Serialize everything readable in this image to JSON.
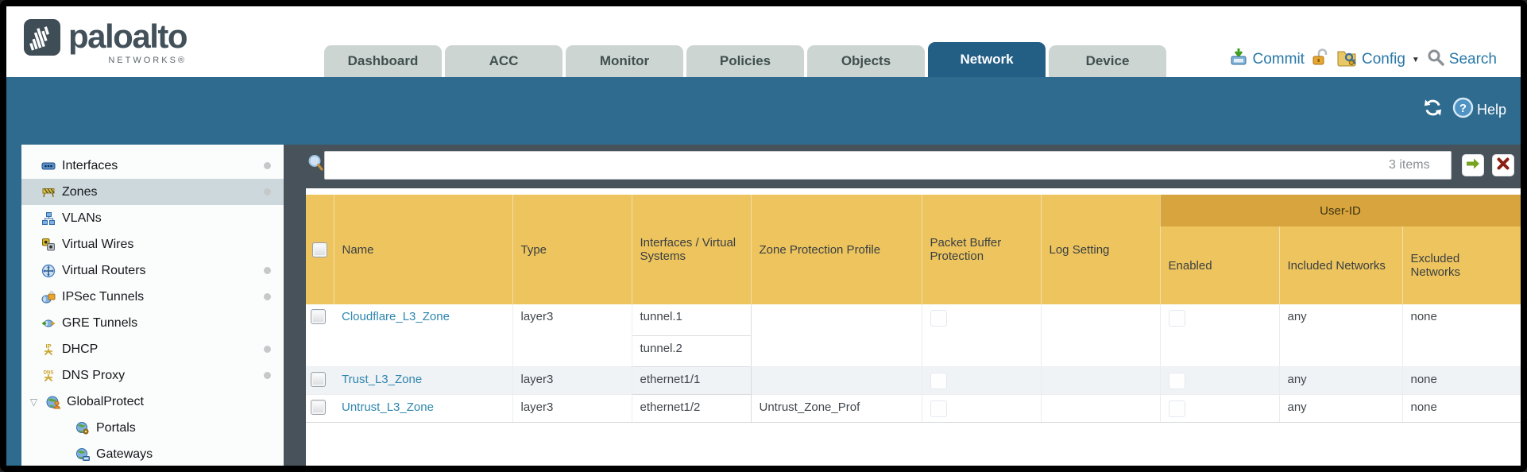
{
  "brand": {
    "name": "paloalto",
    "sub": "NETWORKS®",
    "icon": "paloalto-logo-icon"
  },
  "tabs": [
    {
      "label": "Dashboard",
      "active": false
    },
    {
      "label": "ACC",
      "active": false
    },
    {
      "label": "Monitor",
      "active": false
    },
    {
      "label": "Policies",
      "active": false
    },
    {
      "label": "Objects",
      "active": false
    },
    {
      "label": "Network",
      "active": true
    },
    {
      "label": "Device",
      "active": false
    }
  ],
  "header_actions": {
    "commit": {
      "label": "Commit",
      "icon": "commit-icon"
    },
    "lock": {
      "icon": "unlocked-padlock-icon"
    },
    "config": {
      "label": "Config",
      "icon": "config-folder-key-icon",
      "has_dropdown": true
    },
    "search": {
      "label": "Search",
      "icon": "search-icon"
    }
  },
  "band": {
    "refresh_icon": "refresh-icon",
    "help_icon": "help-icon",
    "help_label": "Help"
  },
  "sidebar": {
    "items": [
      {
        "label": "Interfaces",
        "icon": "interfaces-icon",
        "dot": true,
        "selected": false
      },
      {
        "label": "Zones",
        "icon": "zones-icon",
        "dot": true,
        "selected": true
      },
      {
        "label": "VLANs",
        "icon": "vlans-icon",
        "dot": false,
        "selected": false
      },
      {
        "label": "Virtual Wires",
        "icon": "virtual-wires-icon",
        "dot": false,
        "selected": false
      },
      {
        "label": "Virtual Routers",
        "icon": "virtual-routers-icon",
        "dot": true,
        "selected": false
      },
      {
        "label": "IPSec Tunnels",
        "icon": "ipsec-tunnels-icon",
        "dot": true,
        "selected": false
      },
      {
        "label": "GRE Tunnels",
        "icon": "gre-tunnels-icon",
        "dot": false,
        "selected": false
      },
      {
        "label": "DHCP",
        "icon": "dhcp-icon",
        "dot": true,
        "selected": false
      },
      {
        "label": "DNS Proxy",
        "icon": "dns-proxy-icon",
        "dot": true,
        "selected": false
      },
      {
        "label": "GlobalProtect",
        "icon": "globalprotect-icon",
        "dot": false,
        "selected": false,
        "expanded": true
      },
      {
        "label": "Portals",
        "icon": "portals-icon",
        "dot": false,
        "selected": false,
        "child": true
      },
      {
        "label": "Gateways",
        "icon": "gateways-icon",
        "dot": false,
        "selected": false,
        "child": true
      }
    ]
  },
  "filter": {
    "value": "",
    "count": "3 items",
    "go_icon": "arrow-right-icon",
    "clear_icon": "close-x-icon"
  },
  "table": {
    "group_header": "User-ID",
    "columns": [
      "Name",
      "Type",
      "Interfaces / Virtual Systems",
      "Zone Protection Profile",
      "Packet Buffer Protection",
      "Log Setting",
      "Enabled",
      "Included Networks",
      "Excluded Networks"
    ],
    "rows": [
      {
        "name": "Cloudflare_L3_Zone",
        "type": "layer3",
        "interfaces": [
          "tunnel.1",
          "tunnel.2"
        ],
        "zone_protection_profile": "",
        "packet_buffer_protection": false,
        "log_setting": "",
        "enabled": false,
        "included_networks": "any",
        "excluded_networks": "none"
      },
      {
        "name": "Trust_L3_Zone",
        "type": "layer3",
        "interfaces": [
          "ethernet1/1"
        ],
        "zone_protection_profile": "",
        "packet_buffer_protection": false,
        "log_setting": "",
        "enabled": false,
        "included_networks": "any",
        "excluded_networks": "none"
      },
      {
        "name": "Untrust_L3_Zone",
        "type": "layer3",
        "interfaces": [
          "ethernet1/2"
        ],
        "zone_protection_profile": "Untrust_Zone_Prof",
        "packet_buffer_protection": false,
        "log_setting": "",
        "enabled": false,
        "included_networks": "any",
        "excluded_networks": "none"
      }
    ]
  },
  "colors": {
    "band_teal": "#2f6b8f",
    "active_tab": "#235e85",
    "content_slate": "#48525a",
    "header_orange": "#edc45e",
    "userid_band_orange": "#d7a43d",
    "link_blue": "#2e86ae"
  }
}
